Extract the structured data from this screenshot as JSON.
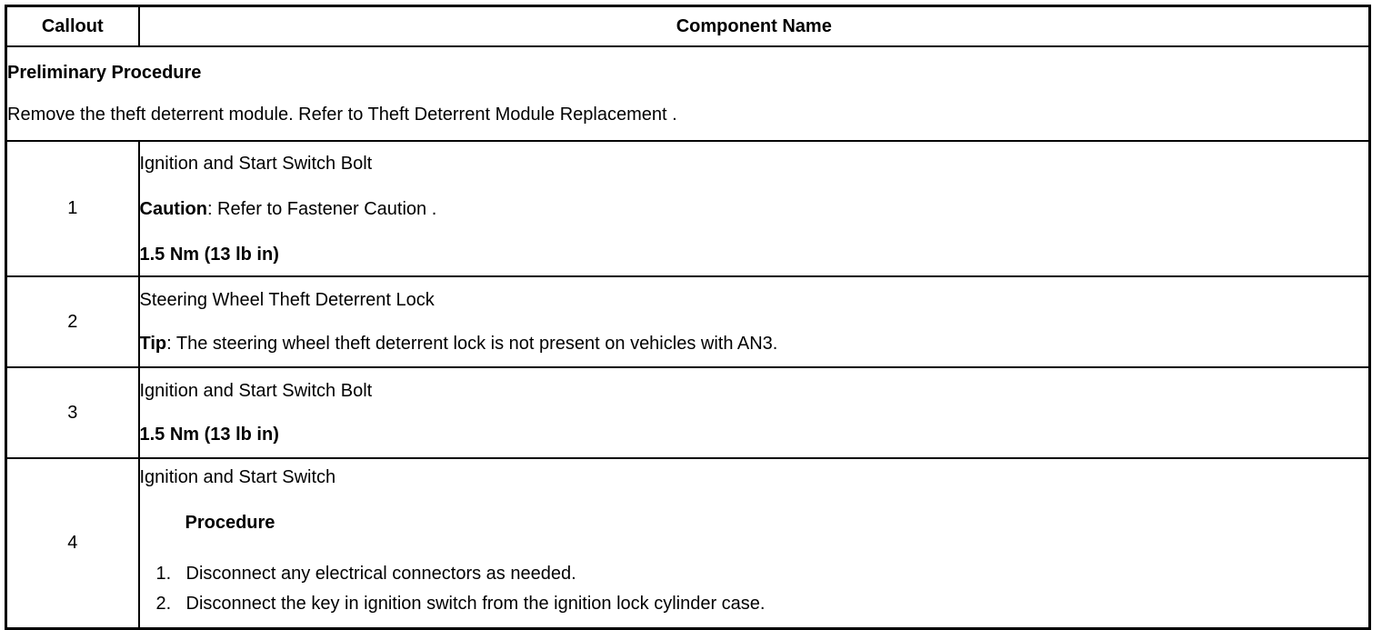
{
  "table": {
    "headers": {
      "callout": "Callout",
      "component_name": "Component Name"
    },
    "preliminary": {
      "title": "Preliminary Procedure",
      "text": "Remove the theft deterrent module. Refer to Theft Deterrent Module Replacement ."
    },
    "rows": [
      {
        "callout": "1",
        "name": "Ignition and Start Switch Bolt",
        "caution_label": "Caution",
        "caution_text": ": Refer to Fastener Caution .",
        "torque": "1.5 Nm (13 lb in)"
      },
      {
        "callout": "2",
        "name": "Steering Wheel Theft Deterrent Lock",
        "tip_label": "Tip",
        "tip_text": ": The steering wheel theft deterrent lock is not present on vehicles with AN3."
      },
      {
        "callout": "3",
        "name": "Ignition and Start Switch Bolt",
        "torque": "1.5 Nm (13 lb in)"
      },
      {
        "callout": "4",
        "name": "Ignition and Start Switch",
        "procedure_title": "Procedure",
        "steps": [
          {
            "num": "1.",
            "text": "Disconnect any electrical connectors as needed."
          },
          {
            "num": "2.",
            "text": "Disconnect the key in ignition switch from the ignition lock cylinder case."
          }
        ]
      }
    ]
  }
}
